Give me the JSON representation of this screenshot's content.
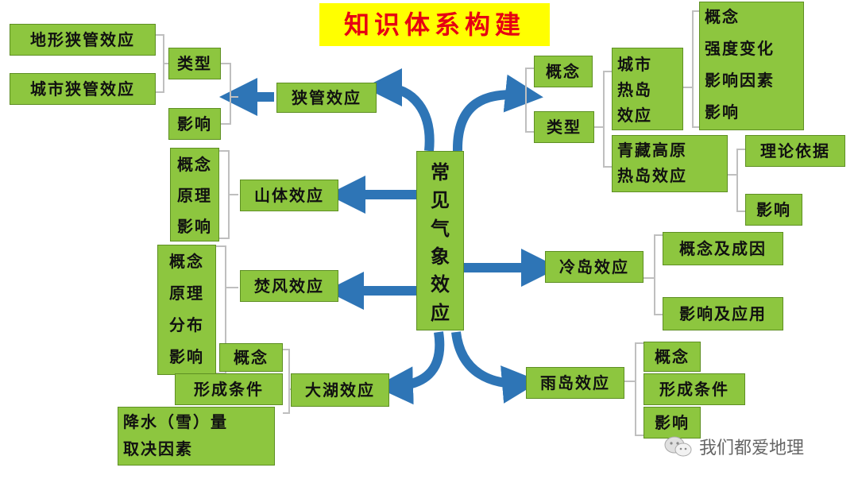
{
  "title": "知识体系构建",
  "center": [
    "常",
    "见",
    "气",
    "象",
    "效",
    "应"
  ],
  "nodes": {
    "xiaguan": "狭管效应",
    "xiaguan_leixing": "类型",
    "xiaguan_dixing": "地形狭管效应",
    "xiaguan_chengshi": "城市狭管效应",
    "xiaguan_yingxiang": "影响",
    "shanti": "山体效应",
    "shanti_items": [
      "概念",
      "原理",
      "影响"
    ],
    "fenfeng": "焚风效应",
    "fenfeng_items": [
      "概念",
      "原理",
      "分布",
      "影响"
    ],
    "dahu": "大湖效应",
    "dahu_gainian": "概念",
    "dahu_xingcheng": "形成条件",
    "dahu_jiangshui": [
      "降水（雪）量",
      "取决因素"
    ],
    "gainian_right": "概念",
    "leixing_right": "类型",
    "chengshi_redao": [
      "城市",
      "热岛",
      "效应"
    ],
    "redao_items": [
      "概念",
      "强度变化",
      "影响因素",
      "影响"
    ],
    "qingzang": [
      "青藏高原",
      "热岛效应"
    ],
    "qingzang_lilun": "理论依据",
    "qingzang_yingxiang": "影响",
    "lengdao": "冷岛效应",
    "lengdao_chengyin": "概念及成因",
    "lengdao_yingyong": "影响及应用",
    "yudao": "雨岛效应",
    "yudao_items": [
      "概念",
      "形成条件",
      "影响"
    ]
  },
  "watermark": "我们都爱地理",
  "icons": {
    "watermark": "wechat-icon"
  },
  "colors": {
    "box": "#8dc63f",
    "arrow": "#2e75b6",
    "title_bg": "#ffff00",
    "title_text": "#e60012"
  }
}
